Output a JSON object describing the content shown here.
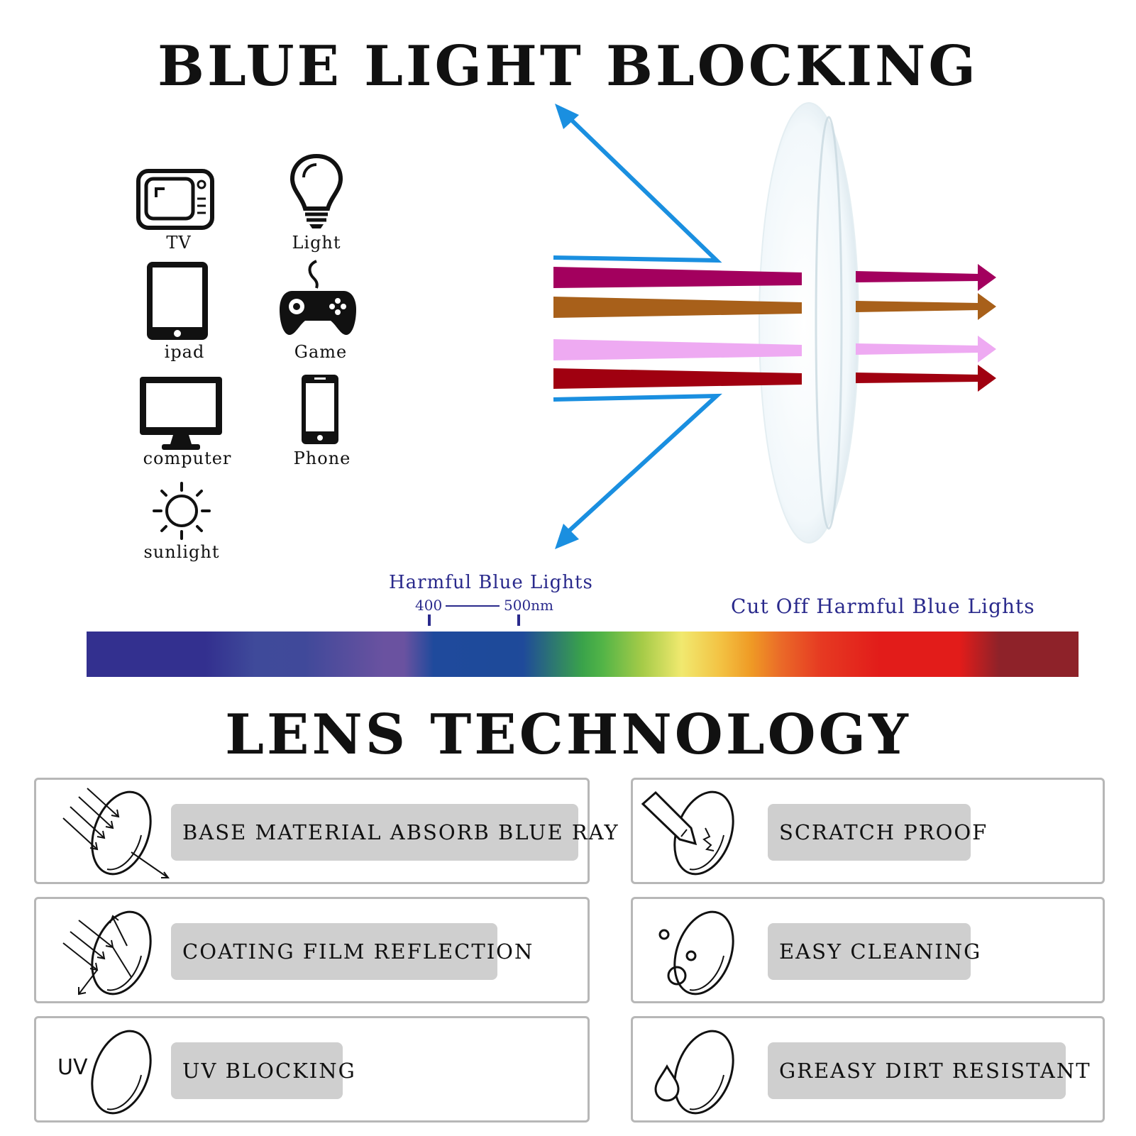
{
  "title_top": "BLUE LIGHT BLOCKING",
  "title_bottom": "LENS TECHNOLOGY",
  "sources": [
    {
      "label": "TV",
      "icon": "tv-icon"
    },
    {
      "label": "Light",
      "icon": "light-bulb-icon"
    },
    {
      "label": "ipad",
      "icon": "tablet-icon"
    },
    {
      "label": "Game",
      "icon": "gamepad-icon"
    },
    {
      "label": "computer",
      "icon": "monitor-icon"
    },
    {
      "label": "Phone",
      "icon": "phone-icon"
    },
    {
      "label": "sunlight",
      "icon": "sun-icon"
    }
  ],
  "spectrum": {
    "harmful_label": "Harmful Blue Lights",
    "tick_400": "400",
    "tick_500": "500nm",
    "cutoff_label": "Cut Off Harmful Blue Lights"
  },
  "colors": {
    "reflected_blue": "#1a8fe0",
    "ray_magenta": "#a3005e",
    "ray_brown": "#a8601a",
    "ray_pink": "#eeaaf2",
    "ray_red": "#a00010",
    "label_blue": "#2a2a8c"
  },
  "features": [
    {
      "label": "BASE MATERIAL ABSORB BLUE RAY",
      "icon": "lens-absorb-icon"
    },
    {
      "label": "SCRATCH PROOF",
      "icon": "lens-scratch-icon"
    },
    {
      "label": "COATING FILM REFLECTION",
      "icon": "lens-reflect-icon"
    },
    {
      "label": "EASY CLEANING",
      "icon": "lens-clean-icon"
    },
    {
      "label": "UV BLOCKING",
      "icon": "lens-uv-icon",
      "icon_text": "UV"
    },
    {
      "label": "GREASY DIRT RESISTANT",
      "icon": "lens-drop-icon"
    }
  ]
}
